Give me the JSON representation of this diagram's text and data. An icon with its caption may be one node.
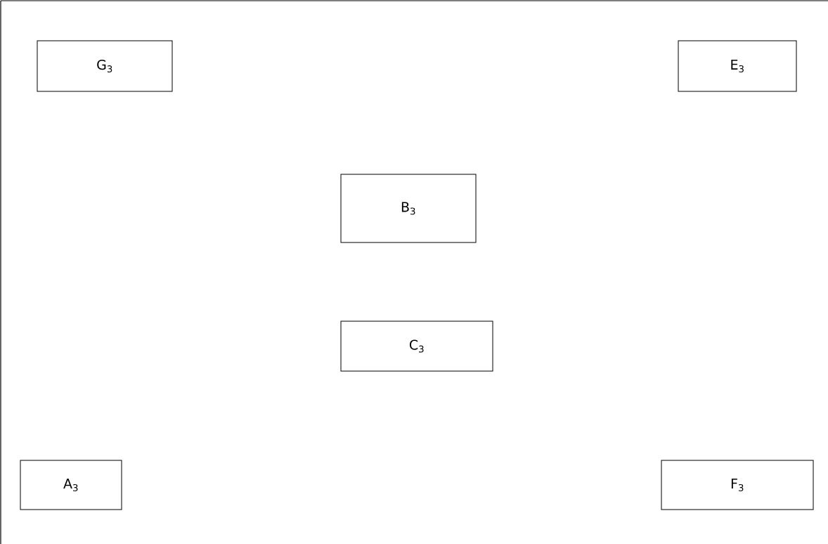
{
  "diagram": {
    "nodes": [
      {
        "text": [
          "G$_{3}$"
        ]
      },
      {
        "text": [
          "E$_{3}$"
        ]
      },
      {
        "text": [
          "B$_{3}$"
        ]
      },
      {
        "text": [
          "C$_{3}$"
        ]
      },
      {
        "text": [
          "A$_{3}$"
        ]
      },
      {
        "text": [
          "F$_{3}$"
        ]
      }
    ]
  }
}
